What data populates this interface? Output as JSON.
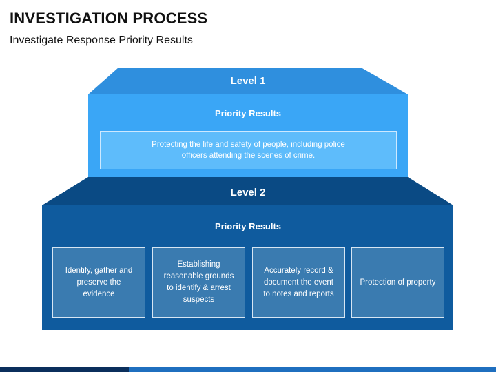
{
  "title": "INVESTIGATION PROCESS",
  "subtitle": "Investigate Response Priority Results",
  "colors": {
    "level1_top": "#2f8fde",
    "level1_body": "#3aa6f6",
    "level1_inner_box": "#5ebcfb",
    "level2_top": "#0a4a84",
    "level2_body": "#0f5b9e",
    "level2_card": "#3a7bb0",
    "footer_dark": "#0b2f5c",
    "footer_light": "#1f6fbf"
  },
  "level1": {
    "label": "Level 1",
    "heading": "Priority Results",
    "text": "Protecting the life and safety of people, including police officers attending the scenes of crime."
  },
  "level2": {
    "label": "Level 2",
    "heading": "Priority Results",
    "items": [
      "Identify, gather and preserve the evidence",
      "Establishing reasonable grounds to identify & arrest suspects",
      "Accurately record & document the event to notes and reports",
      "Protection of property"
    ]
  }
}
